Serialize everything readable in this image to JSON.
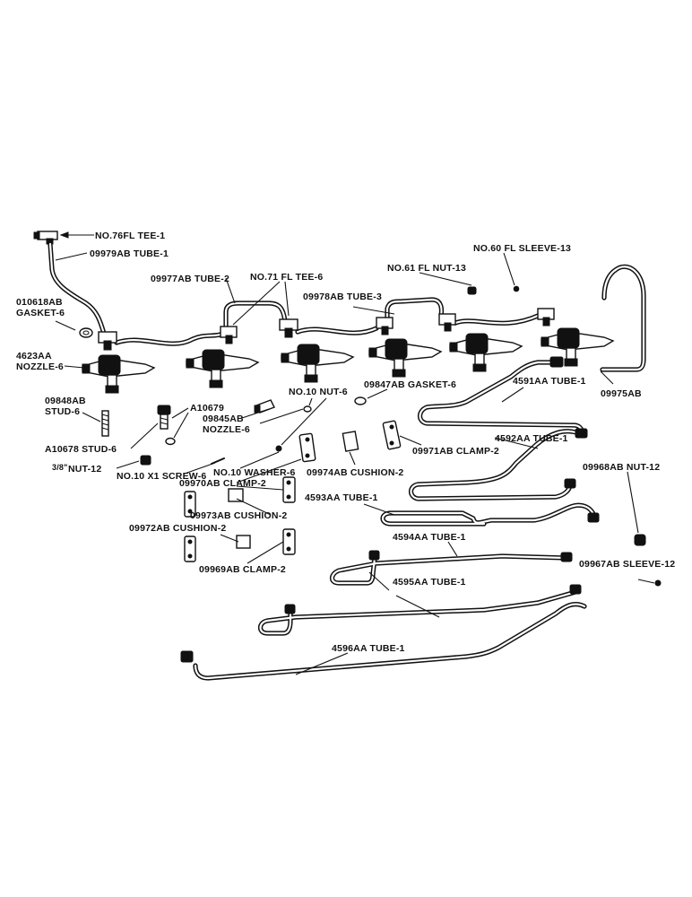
{
  "labels": {
    "tee_76": "NO.76FL TEE-1",
    "tube_09979": "09979AB TUBE-1",
    "tube_09977": "09977AB TUBE-2",
    "tee_71": "NO.71 FL TEE-6",
    "nut_61": "NO.61 FL NUT-13",
    "sleeve_60": "NO.60 FL SLEEVE-13",
    "tube_09978": "09978AB TUBE-3",
    "gasket_010618_a": "010618AB",
    "gasket_010618_b": "GASKET-6",
    "nozzle_4623_a": "4623AA",
    "nozzle_4623_b": "NOZZLE-6",
    "tube_09975": "09975AB",
    "tube_4591": "4591AA TUBE-1",
    "gasket_09847": "09847AB GASKET-6",
    "nut_no10": "NO.10 NUT-6",
    "stud_09848_a": "09848AB",
    "stud_09848_b": "STUD-6",
    "a10679": "A10679",
    "nozzle_09845_a": "09845AB",
    "nozzle_09845_b": "NOZZLE-6",
    "stud_a10678": "A10678 STUD-6",
    "tube_4592": "4592AA TUBE-1",
    "clamp_09971": "09971AB CLAMP-2",
    "nut_38_frac": "3/8\"",
    "nut_38": "NUT-12",
    "screw_no10": "NO.10 X1 SCREW-6",
    "washer_no10": "NO.10 WASHER-6",
    "cushion_09974": "09974AB CUSHION-2",
    "clamp_09970": "09970AB CLAMP-2",
    "nut_09968": "09968AB NUT-12",
    "tube_4593": "4593AA TUBE-1",
    "cushion_09973": "09973AB CUSHION-2",
    "cushion_09972": "09972AB CUSHION-2",
    "tube_4594": "4594AA TUBE-1",
    "sleeve_09967": "09967AB SLEEVE-12",
    "clamp_09969": "09969AB CLAMP-2",
    "tube_4595": "4595AA TUBE-1",
    "tube_4596": "4596AA TUBE-1"
  }
}
